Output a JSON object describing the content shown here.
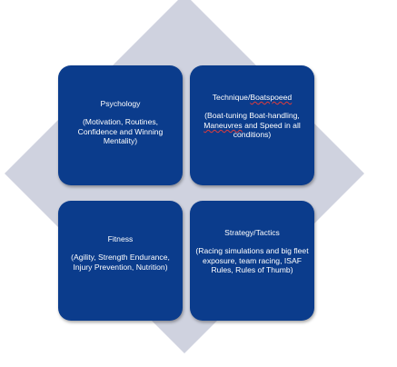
{
  "quadrants": [
    {
      "title": "Psychology",
      "description": "(Motivation, Routines, Confidence and Winning Mentality)"
    },
    {
      "title_prefix": "Technique/",
      "title_underlined": "Boatspoeed",
      "description_part1": "(Boat-tuning Boat-handling, ",
      "description_underlined": "Maneuvres",
      "description_part2": " and Speed in all conditions)"
    },
    {
      "title": "Fitness",
      "description": "(Agility, Strength Endurance, Injury Prevention, Nutrition)"
    },
    {
      "title": "Strategy/Tactics",
      "description": "(Racing simulations and big fleet exposure, team racing, ISAF Rules, Rules of Thumb)"
    }
  ],
  "colors": {
    "box": "#0b3c8c",
    "diamond": "#cfd2df",
    "text": "#ffffff"
  }
}
